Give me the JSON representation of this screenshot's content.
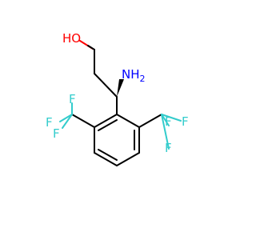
{
  "molecule": {
    "atoms": {
      "hydroxyl": {
        "label": "HO",
        "color": "#ff0000"
      },
      "amine": {
        "label": "NH",
        "subscript": "2",
        "color": "#0000ff"
      },
      "fluorine_color": "#33cccc",
      "fluorines": [
        {
          "label": "F"
        },
        {
          "label": "F"
        },
        {
          "label": "F"
        },
        {
          "label": "F"
        },
        {
          "label": "F"
        },
        {
          "label": "F"
        }
      ]
    },
    "bond_color": "#000000"
  }
}
